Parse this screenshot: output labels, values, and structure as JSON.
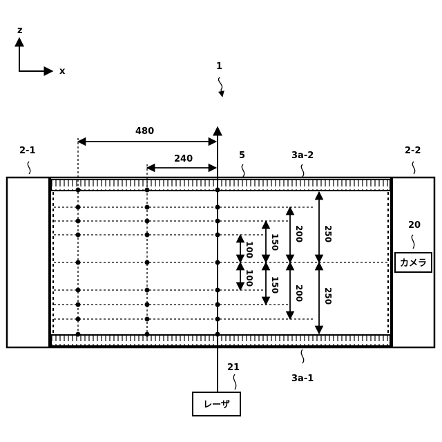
{
  "axes": {
    "z": "z",
    "x": "x"
  },
  "figure_number": "1",
  "labels": {
    "left_end": "2-1",
    "right_end": "2-2",
    "top_strip": "3a-2",
    "bottom_strip": "3a-1",
    "inner_chamber": "5",
    "camera_ref": "20",
    "camera_box": "カメラ",
    "laser_ref": "21",
    "laser_box": "レーザ"
  },
  "dimensions": {
    "d480": "480",
    "d240": "240",
    "d250_top": "250",
    "d250_bottom": "250",
    "d200_top": "200",
    "d200_bottom": "200",
    "d150_top": "150",
    "d150_bottom": "150",
    "d100_top": "100",
    "d100_bottom": "100"
  }
}
